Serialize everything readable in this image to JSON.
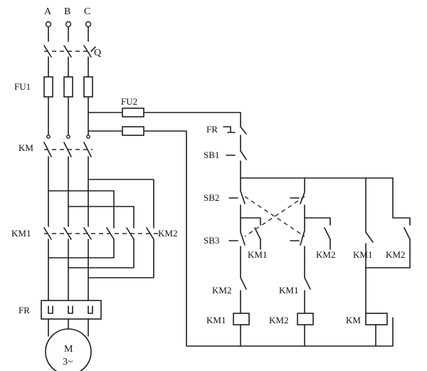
{
  "diagram": {
    "phases": [
      "A",
      "B",
      "C"
    ],
    "labels": {
      "switch": "Q",
      "fuse1": "FU1",
      "fuse2": "FU2",
      "main_contactor": "KM",
      "km1_left": "KM1",
      "km2_right": "KM2",
      "overload": "FR",
      "motor_line1": "M",
      "motor_line2": "3~",
      "ctrl_fr": "FR",
      "ctrl_sb1": "SB1",
      "ctrl_sb2": "SB2",
      "ctrl_sb3": "SB3",
      "aux_km1_a": "KM1",
      "aux_km2_a": "KM2",
      "aux_km1_b": "KM1",
      "aux_km2_b": "KM2",
      "interlock_km2": "KM2",
      "interlock_km1": "KM1",
      "coil_km1": "KM1",
      "coil_km2": "KM2",
      "coil_km": "KM"
    }
  }
}
